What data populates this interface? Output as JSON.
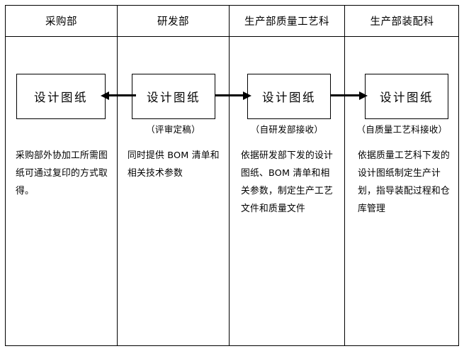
{
  "diagram": {
    "type": "swimlane-flowchart",
    "orientation": "horizontal",
    "columns": [
      {
        "header": "采购部",
        "node_label": "设计图纸",
        "node_caption": "",
        "description": "采购部外协加工所需图纸可通过复印的方式取得。"
      },
      {
        "header": "研发部",
        "node_label": "设计图纸",
        "node_caption": "（评审定稿）",
        "description": "同时提供 BOM 清单和相关技术参数"
      },
      {
        "header": "生产部质量工艺科",
        "node_label": "设计图纸",
        "node_caption": "（自研发部接收）",
        "description": "依据研发部下发的设计图纸、BOM 清单和相关参数，制定生产工艺文件和质量文件"
      },
      {
        "header": "生产部装配科",
        "node_label": "设计图纸",
        "node_caption": "（自质量工艺科接收）",
        "description": "依据质量工艺科下发的设计图纸制定生产计划，指导装配过程和仓库管理"
      }
    ],
    "connectors": [
      {
        "name": "arrow-rd-to-purchasing",
        "from": "研发部",
        "to": "采购部",
        "direction": "left"
      },
      {
        "name": "arrow-rd-to-quality",
        "from": "研发部",
        "to": "生产部质量工艺科",
        "direction": "right"
      },
      {
        "name": "arrow-quality-to-assembly",
        "from": "生产部质量工艺科",
        "to": "生产部装配科",
        "direction": "right"
      }
    ],
    "colors": {
      "line": "#000000",
      "text": "#000000",
      "background": "#ffffff"
    }
  }
}
